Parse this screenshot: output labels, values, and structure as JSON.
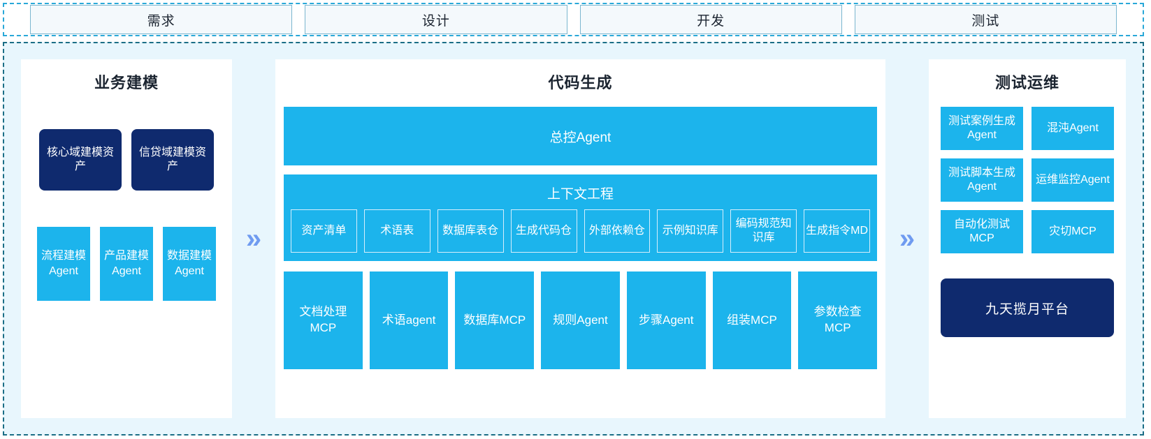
{
  "phases": [
    {
      "label": "需求"
    },
    {
      "label": "设计"
    },
    {
      "label": "开发"
    },
    {
      "label": "测试"
    }
  ],
  "separators": {
    "chevron_glyph": "»"
  },
  "colors": {
    "accent_blue": "#1cb4ec",
    "navy": "#0f2a6e",
    "panel_background": "#ffffff",
    "stage_background": "#e8f6fd",
    "dashed_border": "#1b6e86",
    "phase_border": "#7bb6cf",
    "chevron": "#6f9bf0"
  },
  "left_panel": {
    "title": "业务建模",
    "assets": [
      {
        "label": "核心域建模资产"
      },
      {
        "label": "信贷域建模资产"
      }
    ],
    "agents": [
      {
        "label": "流程建模Agent"
      },
      {
        "label": "产品建模Agent"
      },
      {
        "label": "数据建模Agent"
      }
    ]
  },
  "center_panel": {
    "title": "代码生成",
    "controller": {
      "label": "总控Agent"
    },
    "context": {
      "title": "上下文工程",
      "items": [
        {
          "label": "资产清单"
        },
        {
          "label": "术语表"
        },
        {
          "label": "数据库表仓"
        },
        {
          "label": "生成代码仓"
        },
        {
          "label": "外部依赖仓"
        },
        {
          "label": "示例知识库"
        },
        {
          "label": "编码规范知识库"
        },
        {
          "label": "生成指令MD"
        }
      ]
    },
    "tools": [
      {
        "label": "文档处理MCP"
      },
      {
        "label": "术语agent"
      },
      {
        "label": "数据库MCP"
      },
      {
        "label": "规则Agent"
      },
      {
        "label": "步骤Agent"
      },
      {
        "label": "组装MCP"
      },
      {
        "label": "参数检查MCP"
      }
    ]
  },
  "right_panel": {
    "title": "测试运维",
    "items": [
      {
        "label": "测试案例生成Agent"
      },
      {
        "label": "混沌Agent"
      },
      {
        "label": "测试脚本生成Agent"
      },
      {
        "label": "运维监控Agent"
      },
      {
        "label": "自动化测试MCP"
      },
      {
        "label": "灾切MCP"
      }
    ],
    "platform": {
      "label": "九天揽月平台"
    }
  }
}
